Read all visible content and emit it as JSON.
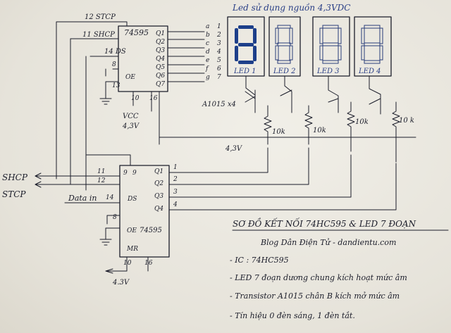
{
  "header_note": "Led sử dụng nguồn 4,3VDC",
  "top_ic": {
    "part": "74595",
    "pins_left": [
      "12 STCP",
      "11 SHCP",
      "14 DS",
      "8",
      "OE",
      "13"
    ],
    "pins_right": [
      "Q1",
      "Q2",
      "Q3",
      "Q4",
      "Q5",
      "Q6",
      "Q7"
    ],
    "pins_bottom": [
      "10",
      "16"
    ],
    "vcc": "VCC",
    "vcc_value": "4,3V"
  },
  "segments": [
    "a",
    "b",
    "c",
    "d",
    "e",
    "f",
    "g"
  ],
  "segment_numbers": [
    "1",
    "2",
    "3",
    "4",
    "5",
    "6",
    "7"
  ],
  "leds": [
    {
      "label": "LED 1",
      "state": "lit"
    },
    {
      "label": "LED 2",
      "state": "off"
    },
    {
      "label": "LED 3",
      "state": "off"
    },
    {
      "label": "LED 4",
      "state": "off"
    }
  ],
  "transistor_label": "A1015 x4",
  "resistor_labels": [
    "10k",
    "10k",
    "10k",
    "10 k"
  ],
  "rail_label": "4,3V",
  "inputs": {
    "shcp": "SHCP",
    "stcp": "STCP",
    "data_in": "Data in"
  },
  "bottom_ic": {
    "part": "74595",
    "pins_left": [
      "9",
      "11",
      "12",
      "14",
      "8",
      "OE",
      "MR"
    ],
    "pin_numbers": [
      "11",
      "12",
      "14"
    ],
    "pins_right": [
      "Q1",
      "Q2",
      "Q3",
      "Q4"
    ],
    "right_numbers": [
      "1",
      "2",
      "3",
      "4"
    ],
    "ds": "DS",
    "pins_bottom": [
      "10",
      "16"
    ],
    "vcc_value": "4.3V"
  },
  "title": "SƠ ĐỒ KẾT NỐI 74HC595 & LED 7 ĐOẠN",
  "blog": "Blog Dân Điện Tử - dandientu.com",
  "notes": [
    "- IC : 74HC595",
    "- LED 7 đoạn dương chung kích hoạt mức âm",
    "- Transistor A1015 chân B kích mở mức âm",
    "- Tín hiệu 0 đèn sáng, 1 đèn tắt."
  ],
  "colors": {
    "ink": "#1b1d2a",
    "led_ink": "#1d3f8a",
    "paper": "#ece9e1"
  }
}
